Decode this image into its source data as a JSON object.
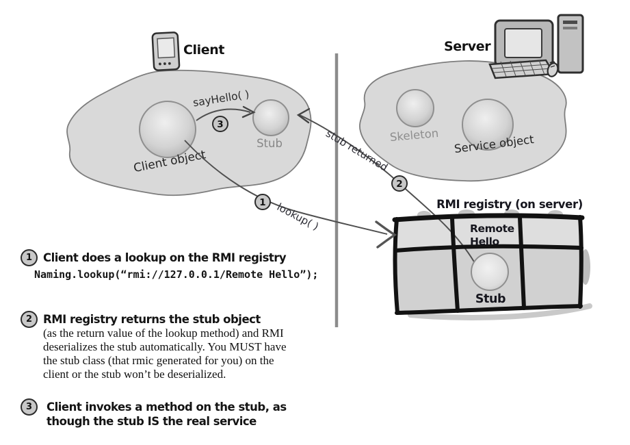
{
  "diagram": {
    "client": {
      "title": "Client",
      "object_label": "Client object",
      "stub_label": "Stub",
      "method_call_label": "sayHello( )",
      "method_call_badge": "3"
    },
    "server": {
      "title": "Server",
      "skeleton_label": "Skeleton",
      "service_object_label": "Service object"
    },
    "registry": {
      "title": "RMI registry (on server)",
      "entry_line1": "Remote",
      "entry_line2": "Hello",
      "stub_label": "Stub"
    },
    "arrows": {
      "lookup_label": "lookup( )",
      "lookup_badge": "1",
      "stub_returned_label": "stub returned",
      "stub_returned_badge": "2"
    }
  },
  "steps": [
    {
      "num": "1",
      "heading": "Client does a lookup on the RMI registry",
      "code": "Naming.lookup(“rmi://127.0.0.1/Remote Hello”);"
    },
    {
      "num": "2",
      "heading": "RMI registry returns the stub object",
      "body": [
        "(as the return value of the lookup method) and RMI",
        "deserializes the stub automatically. You MUST have",
        "the stub class (that rmic generated for you) on the",
        "client or the stub won’t be deserialized."
      ]
    },
    {
      "num": "3",
      "heading_lines": [
        "Client invokes a method on the stub, as",
        "though the stub IS the real service"
      ]
    }
  ],
  "colors": {
    "blob_fill": "#d9d9d9",
    "blob_stroke": "#7d7d7d",
    "table_fill": "#d1d1d1",
    "ink": "#161616",
    "divider": "#8c8c8c",
    "badge_fill": "#c8c8c8",
    "muted_label": "#8a8a8a"
  }
}
